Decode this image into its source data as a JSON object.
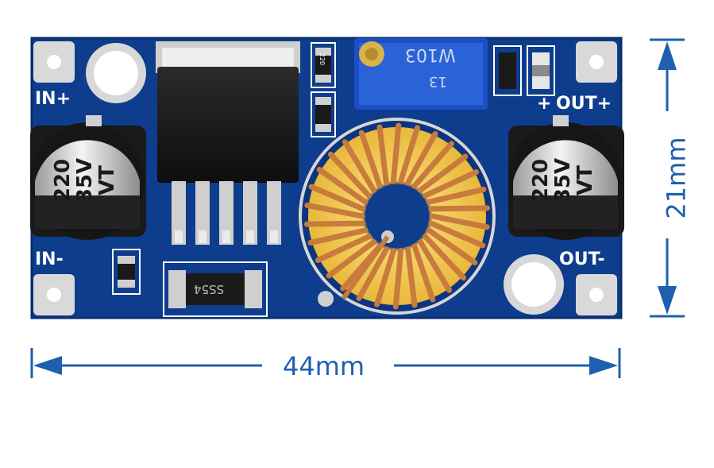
{
  "board": {
    "silk_in_plus": "IN+",
    "silk_in_minus": "IN-",
    "silk_out_plus": "OUT+",
    "silk_out_minus": "OUT-",
    "silk_plus_sign": "+",
    "potentiometer_top": "W103",
    "potentiometer_bottom": "13",
    "diode_label": "SS54",
    "capacitor_left": [
      "220",
      "35V",
      "VT"
    ],
    "capacitor_right": [
      "220",
      "35V",
      "VT"
    ],
    "resistor_small": "220"
  },
  "dimensions": {
    "width_label": "44mm",
    "height_label": "21mm"
  },
  "colors": {
    "pcb": "#0d3d8c",
    "silkscreen": "#ffffff",
    "dimension": "#1f5fb0",
    "copper": "#c77b3d"
  }
}
